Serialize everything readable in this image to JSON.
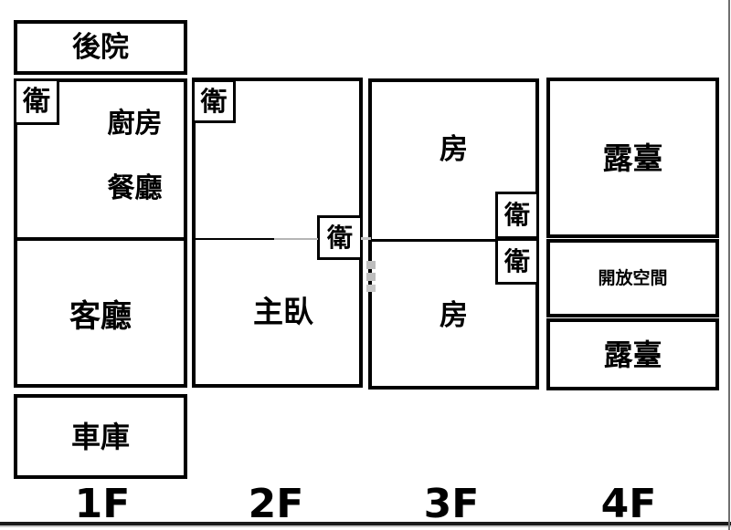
{
  "floor_plan": {
    "floors": [
      {
        "label": "1F",
        "rooms": {
          "backyard": "後院",
          "bathroom": "衛",
          "kitchen": "廚房",
          "dining": "餐廳",
          "living": "客廳",
          "garage": "車庫"
        }
      },
      {
        "label": "2F",
        "rooms": {
          "bathroom_upper": "衛",
          "bathroom_lower": "衛",
          "master_bedroom": "主臥"
        }
      },
      {
        "label": "3F",
        "rooms": {
          "room_front": "房",
          "bathroom_upper": "衛",
          "bathroom_lower": "衛",
          "room_back": "房"
        }
      },
      {
        "label": "4F",
        "rooms": {
          "terrace_front": "露臺",
          "open_space": "開放空間",
          "terrace_back": "露臺"
        }
      }
    ]
  },
  "colors": {
    "wall_line": "#000000",
    "background": "#ffffff",
    "window_bottom_edge": "#1a1a1a",
    "window_right_edge": "#6f6f6f",
    "watermark_gray": "#bdbdbd"
  }
}
